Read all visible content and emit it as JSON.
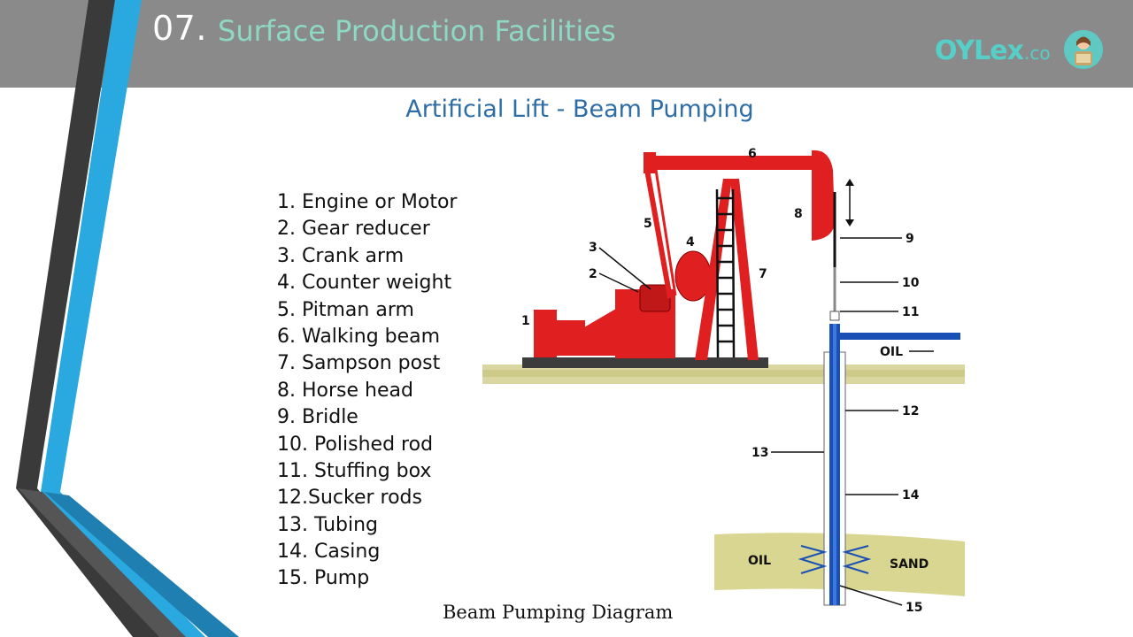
{
  "header": {
    "slide_number": "07.",
    "title": "Surface Production Facilities"
  },
  "logo": {
    "text": "OYLex",
    "suffix": ".co"
  },
  "diagram": {
    "title": "Artificial Lift - Beam Pumping",
    "caption": "Beam Pumping Diagram",
    "parts": [
      "1.  Engine or Motor",
      "2.  Gear reducer",
      "3.  Crank arm",
      "4.  Counter weight",
      "5.  Pitman arm",
      "6.  Walking beam",
      "7.  Sampson post",
      "8.  Horse head",
      "9.  Bridle",
      "10. Polished rod",
      "11. Stuffing box",
      "12.Sucker rods",
      "13. Tubing",
      "14. Casing",
      "15. Pump"
    ],
    "callouts": {
      "n1": "1",
      "n2": "2",
      "n3": "3",
      "n4": "4",
      "n5": "5",
      "n6": "6",
      "n7": "7",
      "n8": "8",
      "n9": "9",
      "n10": "10",
      "n11": "11",
      "n12": "12",
      "n13": "13",
      "n14": "14",
      "n15": "15"
    },
    "oil_flow_label": "OIL",
    "formation_oil_label": "OIL",
    "formation_sand_label": "SAND"
  },
  "colors": {
    "header_bg": "#8a8a8a",
    "title_accent": "#8fd8c4",
    "diagram_title": "#2e6da6",
    "pump_red": "#e02020",
    "pipe_blue": "#1a4fb5"
  }
}
